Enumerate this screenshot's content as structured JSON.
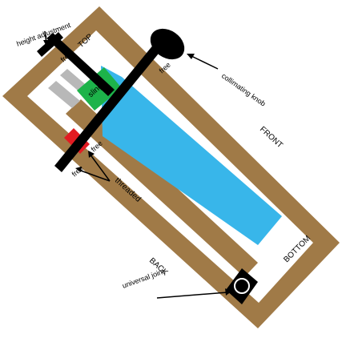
{
  "labels": {
    "height_adjustment": "height adjustment",
    "top": "TOP",
    "front": "FRONT",
    "back": "BACK",
    "bottom": "BOTTOM",
    "collimating_knob": "collimating knob",
    "threaded": "threaded",
    "universal_joint": "universal joint",
    "sling": "sling",
    "free_1": "free",
    "free_2": "free",
    "free_3": "free",
    "free_4": "free"
  },
  "colors": {
    "wood": "#a07a47",
    "mirror": "#38b6ea",
    "rod": "#000000",
    "sling": "#1db34a",
    "threaded_block": "#e21b22",
    "gray_bar": "#b8b8b8",
    "background": "#ffffff"
  }
}
